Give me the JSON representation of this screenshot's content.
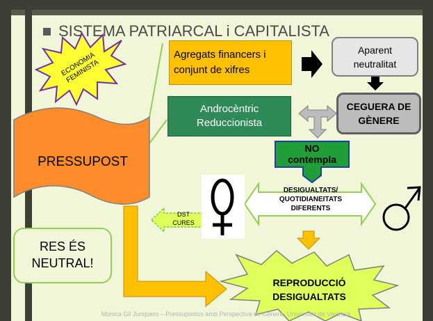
{
  "title": "SISTEMA PATRIARCAL i CAPITALISTA",
  "economia_feminista": [
    "ECONOMIA",
    "FEMINISTA"
  ],
  "agregats": [
    "Agregats financers i",
    "conjunt de xifres"
  ],
  "aparent": [
    "Aparent",
    "neutralitat"
  ],
  "androcentric": [
    "Androcèntric",
    "Reduccionista"
  ],
  "ceguera": [
    "CEGUERA DE",
    "GÈNERE"
  ],
  "no_contempla": [
    "NO",
    "contempla"
  ],
  "pressupost": "PRESSUPOST",
  "desigualtats": [
    "DESIGUALTATS/",
    "QUOTIDIANEITATS",
    "DIFERENTS"
  ],
  "dst_cures": [
    "DST",
    "CURES"
  ],
  "res_es_neutral": [
    "RES ÉS",
    "NEUTRAL!"
  ],
  "reproduccio": [
    "REPRODUCCIÓ",
    "DESIGUALTATS"
  ],
  "footer": "Monica Gil Junquero – Pressupostos amb Perspectiva de Gènere- Universitat de València",
  "colors": {
    "background": "#f1f6d9",
    "agregats_fill": "#ffc000",
    "androcentric_fill": "#2e8b57",
    "no_contempla_fill": "#1f9e3a",
    "no_contempla_border": "#1f3e9e",
    "pressupost_fill": "#ff8c2a",
    "star_fill": "#ffff33",
    "star_border": "#7030a0",
    "burst_fill": "#dfff5a",
    "green_outline": "#92d050",
    "gold_arrow": "#ffc000"
  }
}
